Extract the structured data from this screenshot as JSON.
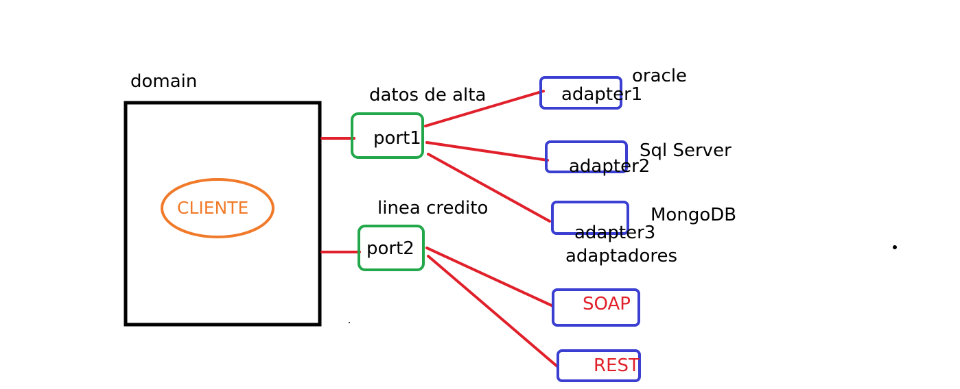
{
  "colors": {
    "domain_box": "#000000",
    "port_box": "#22a84a",
    "adapter_box": "#3b3fd1",
    "connector": "#e0202a",
    "cliente": "#f07a2a",
    "protocol_text": "#e0202a"
  },
  "domain": {
    "label": "domain",
    "client_label": "CLIENTE"
  },
  "ports": [
    {
      "label": "port1",
      "group_label": "datos de alta"
    },
    {
      "label": "port2",
      "group_label": "linea credito"
    }
  ],
  "adapters": [
    {
      "label": "adapter1",
      "db_label": "oracle"
    },
    {
      "label": "adapter2",
      "db_label": "Sql Server"
    },
    {
      "label": "adapter3",
      "db_label": "MongoDB"
    }
  ],
  "adapters_group_label": "adaptadores",
  "protocols": [
    {
      "label": "SOAP"
    },
    {
      "label": "REST"
    }
  ]
}
